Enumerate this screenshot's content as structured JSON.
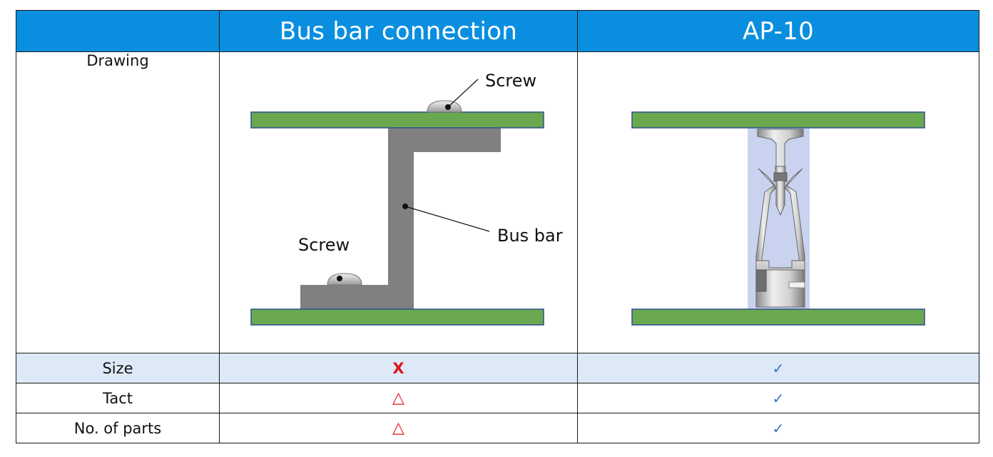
{
  "header": {
    "col_label": "",
    "col1": "Bus bar connection",
    "col2": "AP-10"
  },
  "rows": {
    "drawing": {
      "label": "Drawing",
      "busbar_diagram": {
        "screw_top": "Screw",
        "screw_bottom": "Screw",
        "bus_bar": "Bus bar"
      }
    },
    "size": {
      "label": "Size",
      "col1": "X",
      "col2": "✓"
    },
    "tact": {
      "label": "Tact",
      "col1": "△",
      "col2": "✓"
    },
    "parts": {
      "label": "No. of parts",
      "col1": "△",
      "col2": "✓"
    }
  },
  "colors": {
    "header_bg": "#0a8fe0",
    "pcb_green": "#6aa84f",
    "bus_bar_gray": "#808080",
    "size_row_bg": "#dde9f6",
    "mark_red": "#e0141a",
    "mark_blue": "#3a72c4"
  }
}
